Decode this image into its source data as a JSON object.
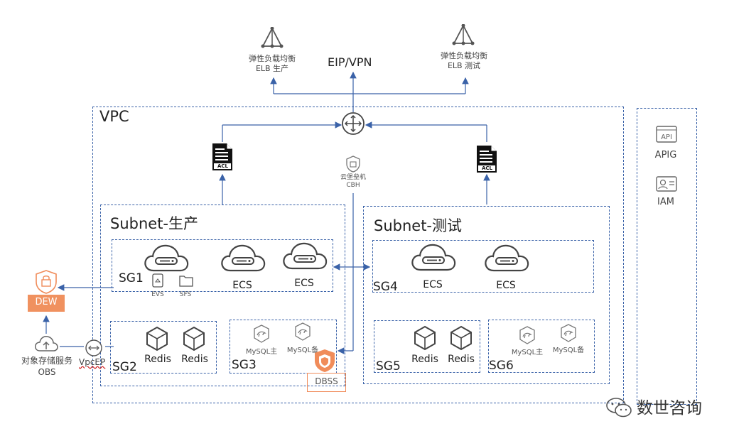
{
  "elb_prod": {
    "line1": "弹性负载均衡",
    "line2": "ELB 生产"
  },
  "elb_test": {
    "line1": "弹性负载均衡",
    "line2": "ELB 测试"
  },
  "eip": "EIP/VPN",
  "vpc": "VPC",
  "cbh": {
    "line1": "云堡垒机",
    "line2": "CBH"
  },
  "acl": "ACL",
  "subnet_prod": "Subnet-生产",
  "subnet_test": "Subnet-测试",
  "sg1": "SG1",
  "sg2": "SG2",
  "sg3": "SG3",
  "sg4": "SG4",
  "sg5": "SG5",
  "sg6": "SG6",
  "ecs": "ECS",
  "evs": "EVS",
  "sfs": "SFS",
  "redis": "Redis",
  "mysql_master": "MySQL主",
  "mysql_backup": "MySQL备",
  "dew": "DEW",
  "dbss": "DBSS",
  "obs": {
    "line1": "对象存储服务",
    "line2": "OBS"
  },
  "vpcep": "VpcEP",
  "apig": "APIG",
  "iam": "IAM",
  "watermark": "数世咨询",
  "colors": {
    "line": "#3a62a8",
    "accent": "#f08c5a",
    "icon": "#666666"
  }
}
